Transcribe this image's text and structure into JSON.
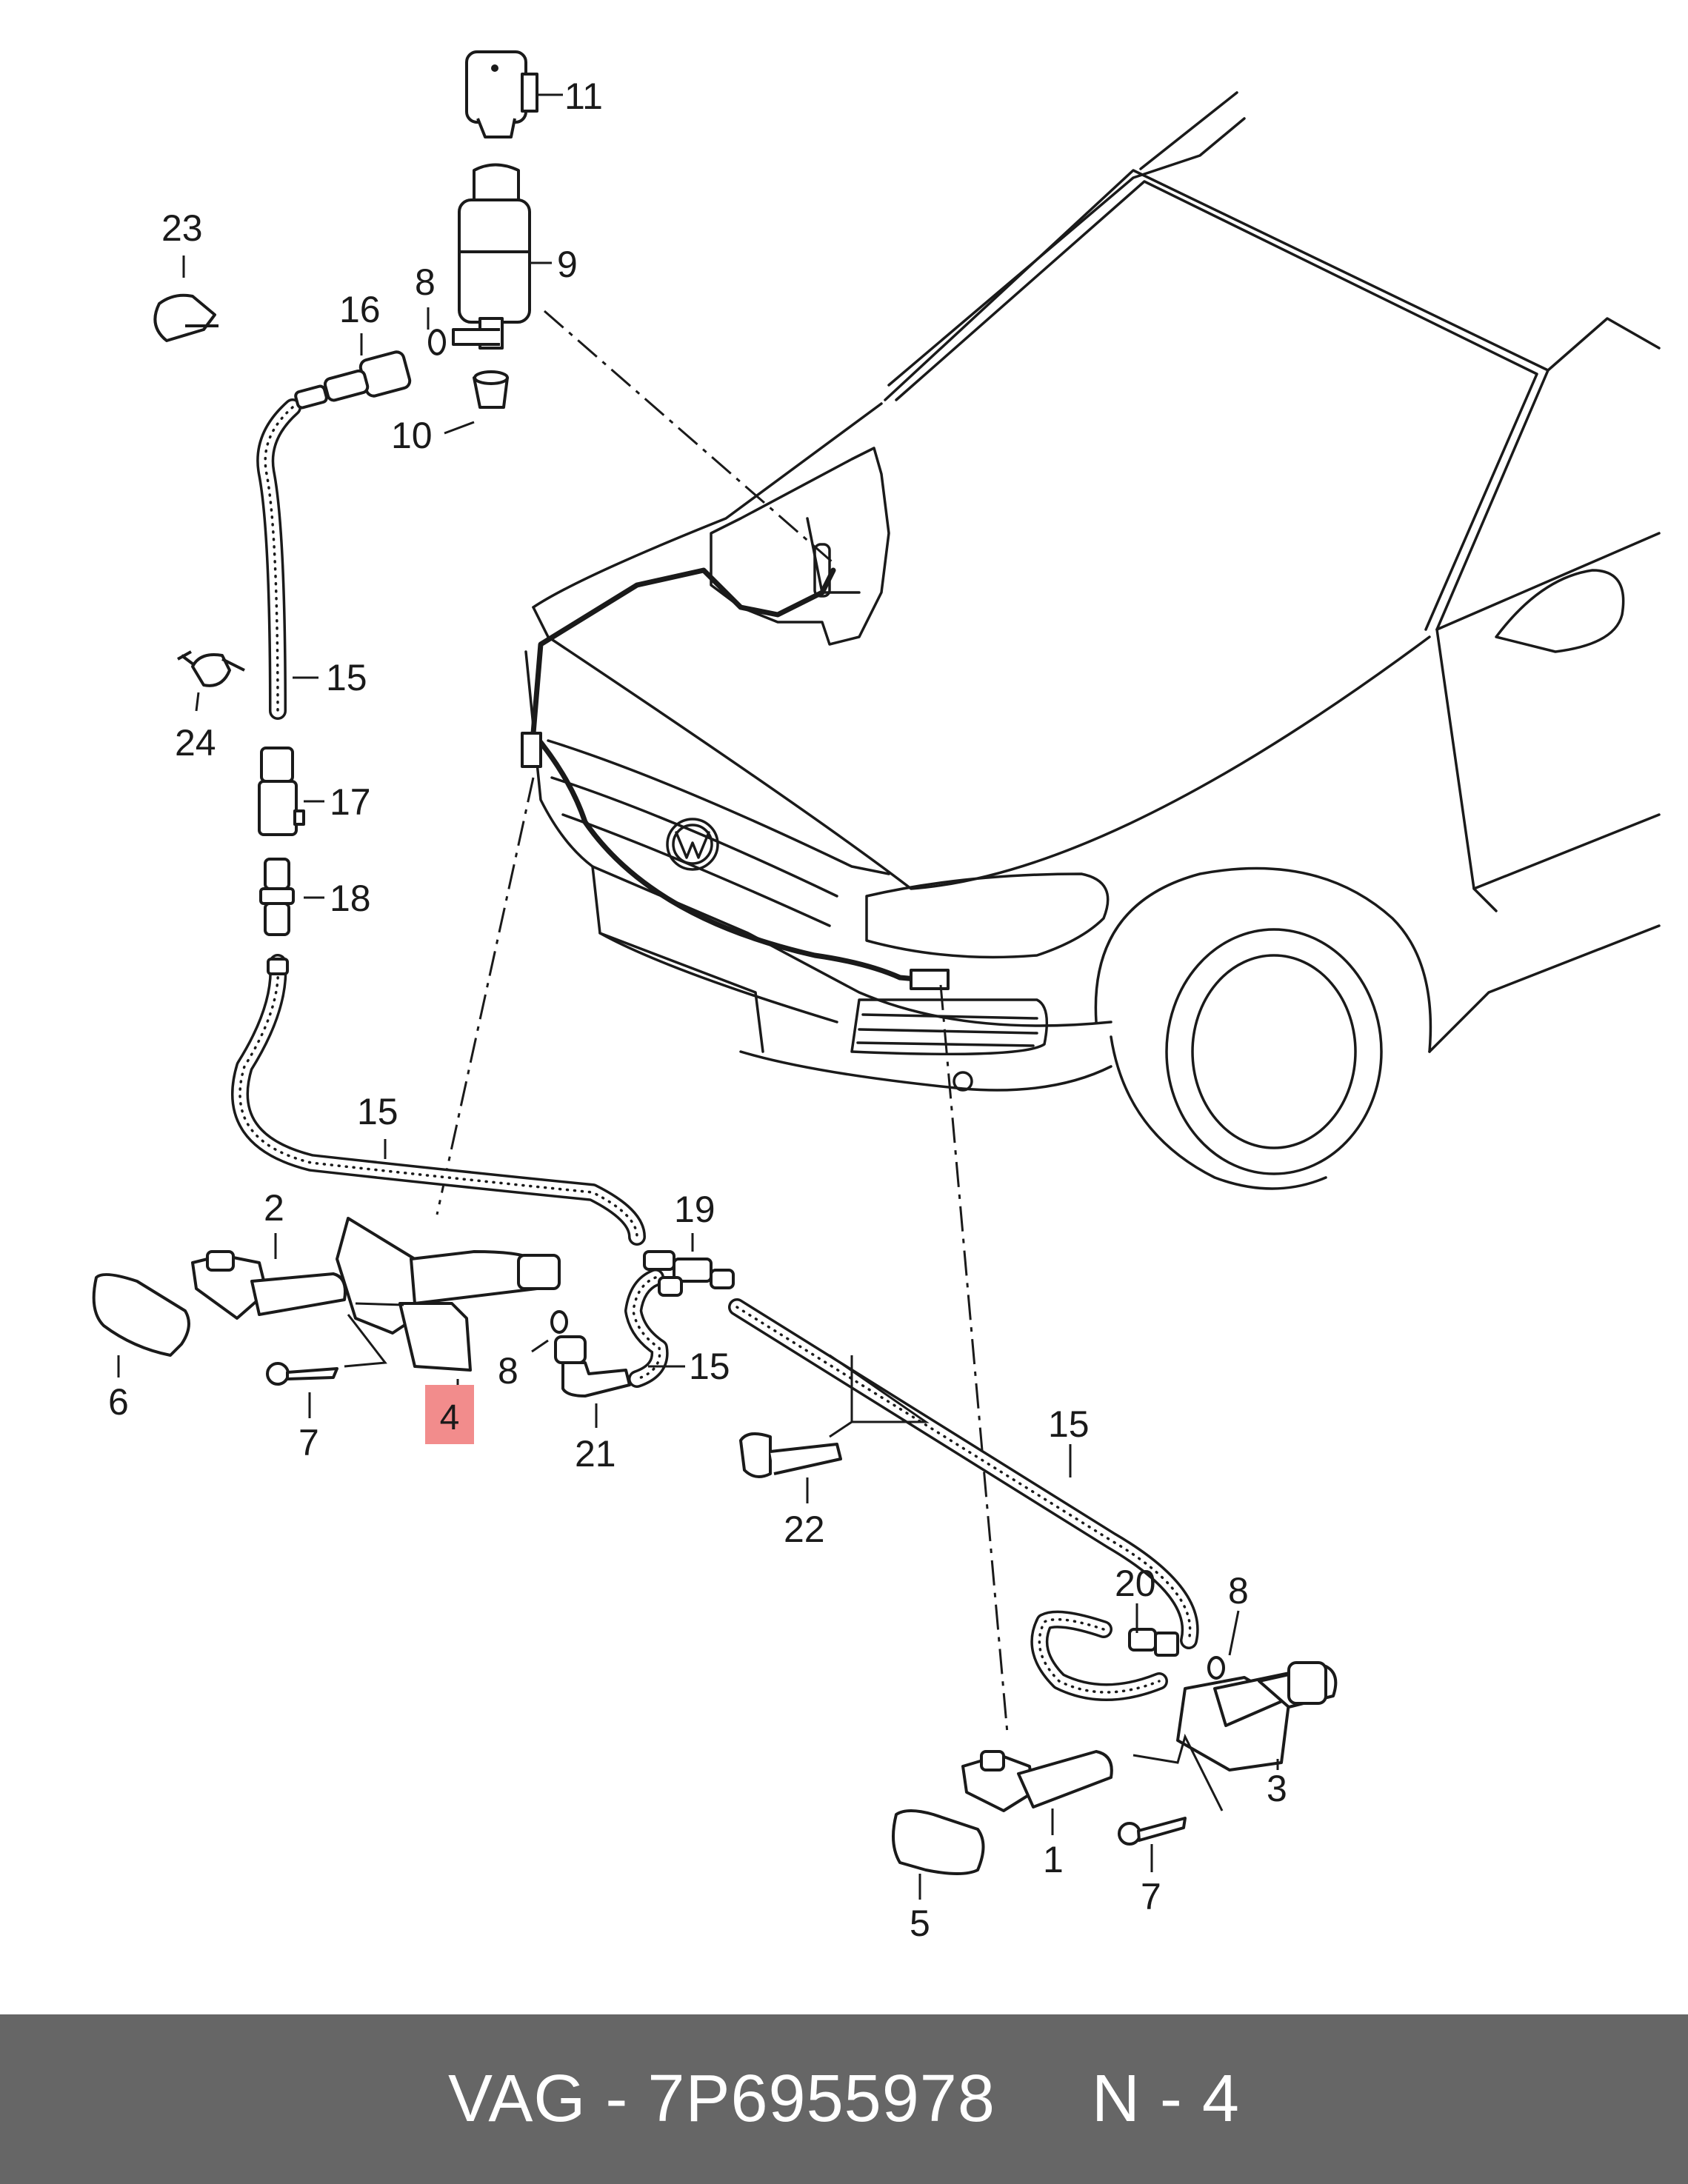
{
  "callouts": {
    "c1": "1",
    "c2": "2",
    "c3": "3",
    "c4": "4",
    "c5": "5",
    "c6": "6",
    "c7a": "7",
    "c7b": "7",
    "c8a": "8",
    "c8b": "8",
    "c8c": "8",
    "c9": "9",
    "c10": "10",
    "c11": "11",
    "c15a": "15",
    "c15b": "15",
    "c15c": "15",
    "c15d": "15",
    "c16": "16",
    "c17": "17",
    "c18": "18",
    "c19": "19",
    "c20": "20",
    "c21": "21",
    "c22": "22",
    "c23": "23",
    "c24": "24"
  },
  "highlight": {
    "label": "4",
    "color": "#f28c8c"
  },
  "footer": {
    "text": "VAG - 7P6955978     N - 4",
    "background": "#666666",
    "text_color": "#ffffff"
  }
}
